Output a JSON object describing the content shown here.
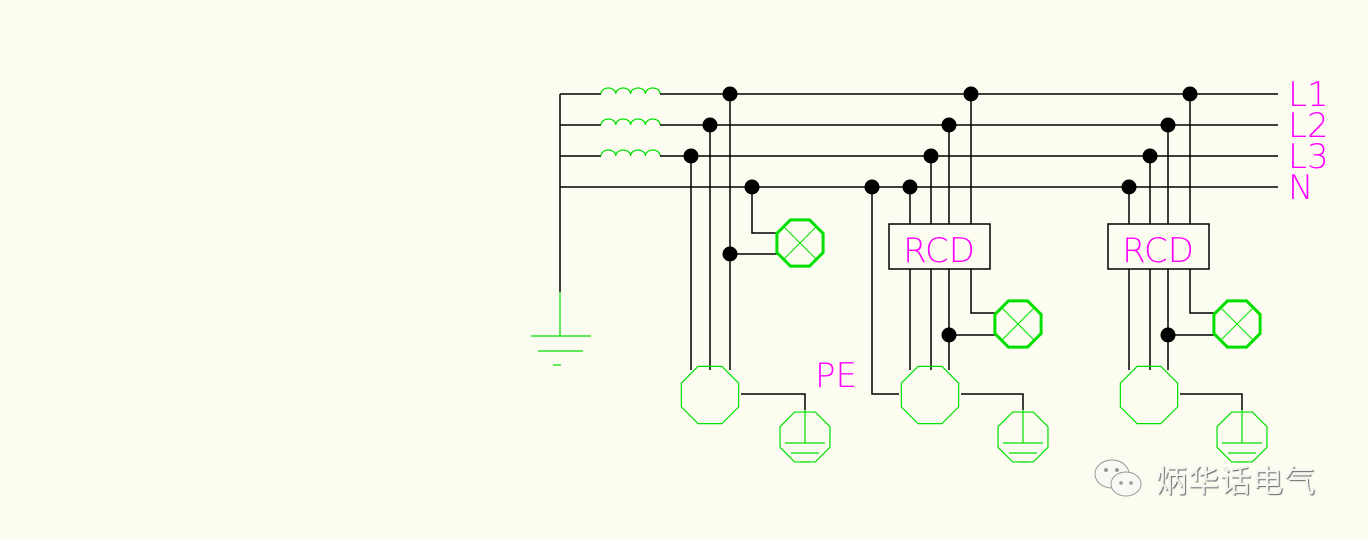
{
  "bus_labels": [
    "L1",
    "L2",
    "L3",
    "N"
  ],
  "rcd_label": "RCD",
  "pe_label": "PE",
  "watermark": "炳华话电气",
  "colors": {
    "wire": "#000000",
    "symbol": "#00e000",
    "text": "#ff00ff",
    "background": "#fdfcf0"
  }
}
